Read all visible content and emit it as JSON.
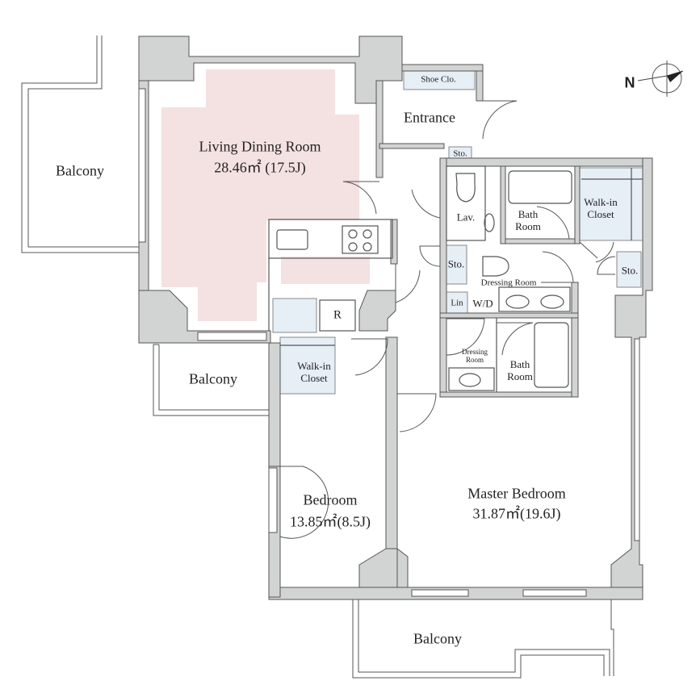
{
  "rooms": {
    "living_dining": {
      "name": "Living Dining Room",
      "area": "28.46㎡ (17.5J)"
    },
    "entrance": "Entrance",
    "shoe_closet": "Shoe Clo.",
    "storage_entrance": "Sto.",
    "lavatory": "Lav.",
    "bath_room_1": "Bath\nRoom",
    "walk_in_closet_1": "Walk-in\nCloset",
    "storage_1": "Sto.",
    "storage_2": "Sto.",
    "dressing_room_1": "Dressing Room",
    "linen": "Lin",
    "washer_dryer": "W/D",
    "dressing_room_2": "Dressing\nRoom",
    "bath_room_2": "Bath\nRoom",
    "refrigerator": "R",
    "walk_in_closet_2": "Walk-in\nCloset",
    "bedroom": {
      "name": "Bedroom",
      "area": "13.85㎡(8.5J)"
    },
    "master_bedroom": {
      "name": "Master Bedroom",
      "area": "31.87㎡(19.6J)"
    },
    "balcony_west": "Balcony",
    "balcony_middle": "Balcony",
    "balcony_south": "Balcony"
  },
  "compass": {
    "label": "N",
    "icon": "compass-north-arrow-icon"
  },
  "colors": {
    "wall": "#d2d3d3",
    "living_highlight": "#f4e1e1",
    "closet_fill": "#e6eef6",
    "line": "#444444"
  }
}
